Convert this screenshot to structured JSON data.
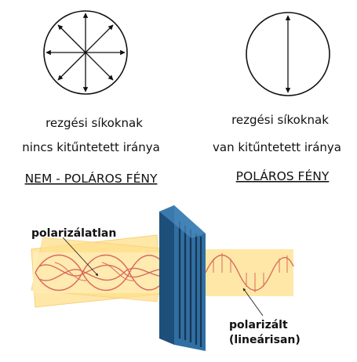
{
  "texts": {
    "left_line1": "rezgési síkoknak",
    "left_line2": "nincs kitűntetett iránya",
    "left_title": "NEM - POLÁROS FÉNY",
    "right_line1": "rezgési síkoknak",
    "right_line2": "van kitűntetett iránya",
    "right_title": "POLÁROS FÉNY",
    "label_unpolarized": "polarizálatlan",
    "label_polarized_line1": "polarizált",
    "label_polarized_line2": "(lineárisan)"
  },
  "icons": {
    "unpolarized": "circle-with-arrows-in-all-directions",
    "polarized": "circle-with-vertical-double-arrow",
    "polarizer": "blue-slit-filter"
  },
  "colors": {
    "ink": "#111111",
    "beam_fill": "#ffd56a",
    "beam_edge": "#f2c24c",
    "wave": "#d96b5c",
    "filter_front": "#2f6fa3",
    "filter_side": "#1d4f7a",
    "filter_slit": "#1b3550"
  }
}
